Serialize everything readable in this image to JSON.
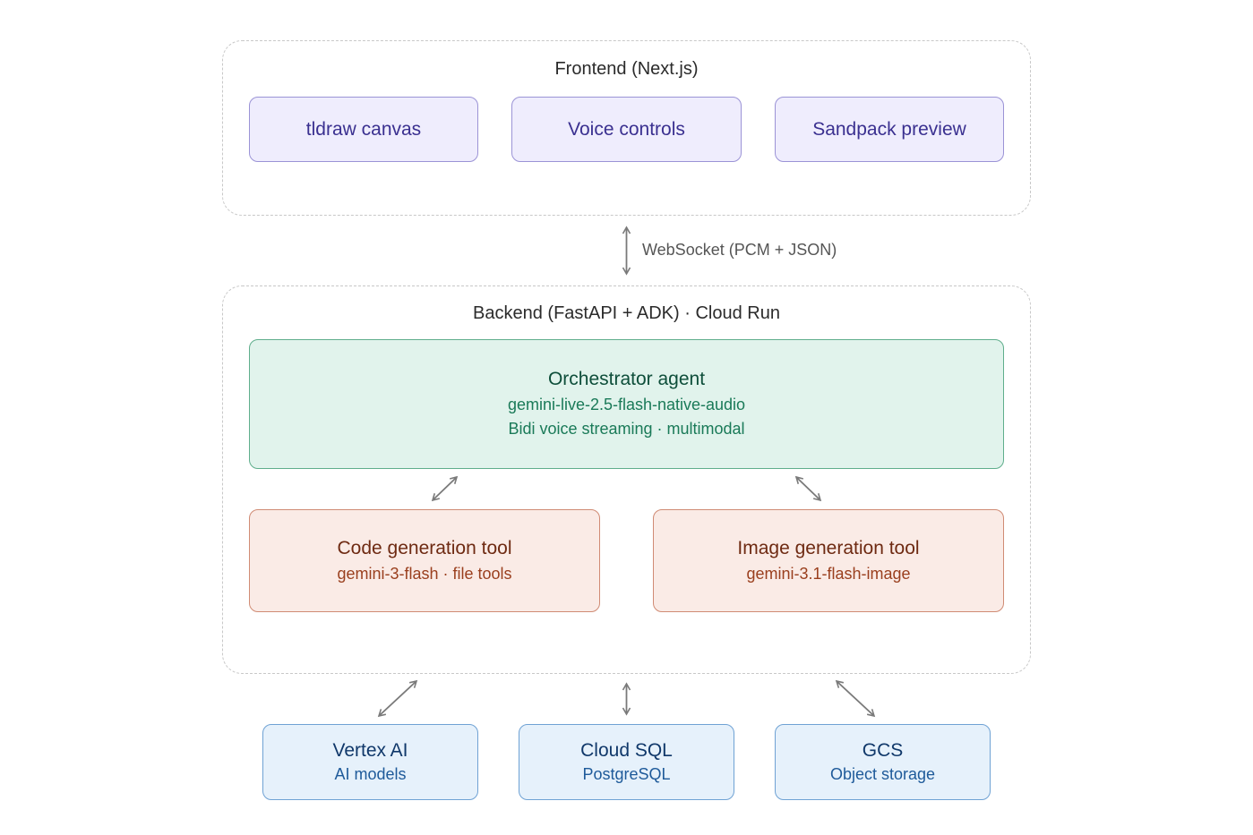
{
  "frontend": {
    "title": "Frontend (Next.js)",
    "components": [
      {
        "label": "tldraw canvas"
      },
      {
        "label": "Voice controls"
      },
      {
        "label": "Sandpack preview"
      }
    ]
  },
  "connection": {
    "label": "WebSocket (PCM + JSON)"
  },
  "backend": {
    "title": "Backend (FastAPI + ADK) · Cloud Run",
    "orchestrator": {
      "title": "Orchestrator agent",
      "lines": [
        "gemini-live-2.5-flash-native-audio",
        "Bidi voice streaming · multimodal"
      ]
    },
    "tools": [
      {
        "title": "Code generation tool",
        "subtitle": "gemini-3-flash · file tools"
      },
      {
        "title": "Image generation tool",
        "subtitle": "gemini-3.1-flash-image"
      }
    ]
  },
  "services": [
    {
      "title": "Vertex AI",
      "subtitle": "AI models"
    },
    {
      "title": "Cloud SQL",
      "subtitle": "PostgreSQL"
    },
    {
      "title": "GCS",
      "subtitle": "Object storage"
    }
  ],
  "colors": {
    "frontend_box": "#efedfd",
    "orchestrator_box": "#e1f3ec",
    "tool_box": "#faebe6",
    "service_box": "#e6f1fb",
    "arrow": "#7a7a7a"
  }
}
